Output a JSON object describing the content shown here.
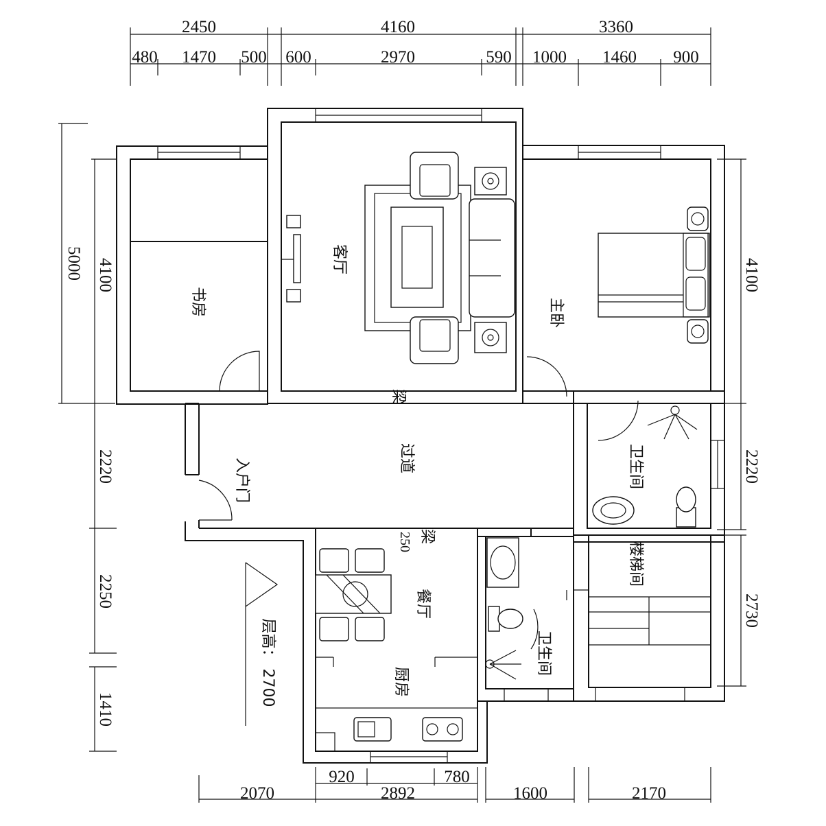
{
  "dimensions": {
    "top_overall": [
      "2450",
      "4160",
      "3360"
    ],
    "top_detail": [
      "480",
      "1470",
      "500",
      "600",
      "2970",
      "590",
      "1000",
      "1460",
      "900"
    ],
    "bottom": [
      "2070",
      "2892",
      "1600",
      "2170"
    ],
    "bottom_detail": [
      "920",
      "780"
    ],
    "left_overall": "5000",
    "left": [
      "4100",
      "2220",
      "2250",
      "1410"
    ],
    "right": [
      "4100",
      "2220",
      "2730"
    ]
  },
  "rooms": {
    "study": "书房",
    "living": "客厅",
    "master_bedroom": "主卧",
    "hallway": "过道",
    "entrance": "入户门",
    "bathroom_1": "卫生间",
    "stairwell": "楼梯间",
    "dining": "餐厅",
    "kitchen": "厨房",
    "bathroom_2": "卫生间"
  },
  "beams": {
    "beam_1": "梁",
    "beam_2": "梁",
    "beam_2_size": "250"
  },
  "floor_height": "层高： 2700",
  "colors": {
    "line": "#111111",
    "background": "#ffffff"
  }
}
